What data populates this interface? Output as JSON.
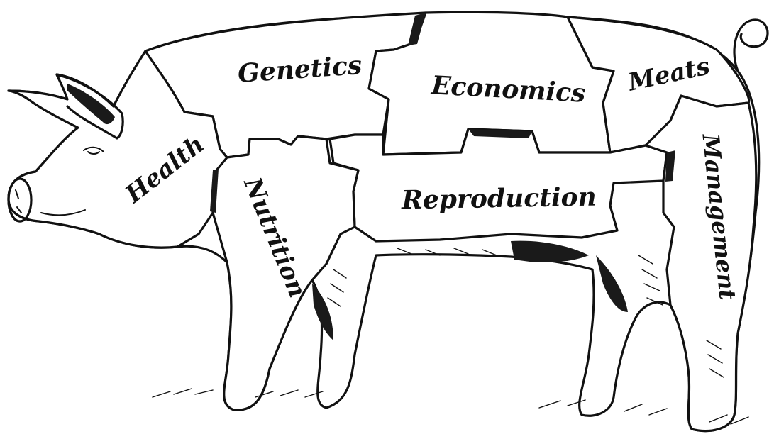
{
  "diagram": {
    "segments": [
      {
        "id": "health",
        "label": "Health"
      },
      {
        "id": "genetics",
        "label": "Genetics"
      },
      {
        "id": "economics",
        "label": "Economics"
      },
      {
        "id": "meats",
        "label": "Meats"
      },
      {
        "id": "nutrition",
        "label": "Nutrition"
      },
      {
        "id": "reproduction",
        "label": "Reproduction"
      },
      {
        "id": "management",
        "label": "Management"
      }
    ],
    "colors": {
      "ink": "#111111",
      "background": "#ffffff"
    }
  }
}
